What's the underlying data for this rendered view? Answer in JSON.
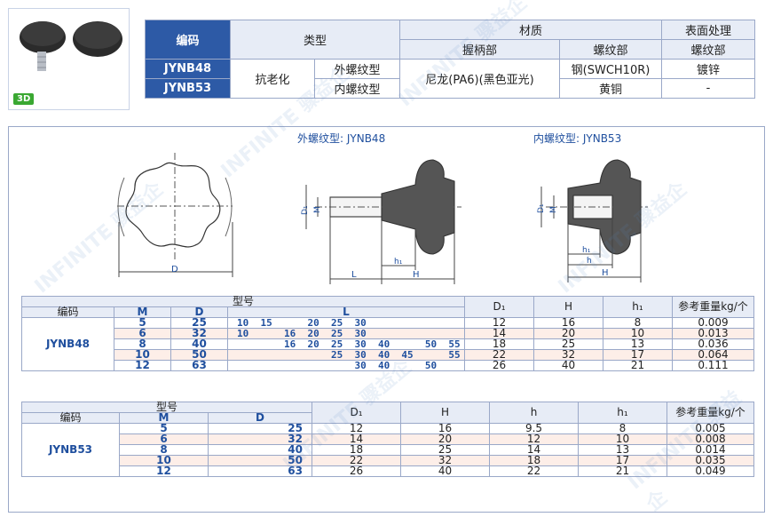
{
  "badge_3d": "3D",
  "info_table": {
    "headers": {
      "code": "编码",
      "type": "类型",
      "material": "材质",
      "grip": "握柄部",
      "thread_mat": "螺纹部",
      "surface": "表面处理",
      "thread_surface": "螺纹部"
    },
    "rows": [
      {
        "code": "JYNB48",
        "type_variant": "外螺纹型",
        "thread_material": "钢(SWCH10R)",
        "surface": "镀锌"
      },
      {
        "code": "JYNB53",
        "type_variant": "内螺纹型",
        "thread_material": "黄铜",
        "surface": "-"
      }
    ],
    "type_shared": "抗老化",
    "grip_material": "尼龙(PA6)(黑色亚光)"
  },
  "drawings": {
    "ext_title": "外螺纹型: JYNB48",
    "int_title": "内螺纹型: JYNB53",
    "labels": {
      "D": "D",
      "D1": "D₁",
      "M": "M",
      "L": "L",
      "h1": "h₁",
      "H": "H",
      "h": "h"
    }
  },
  "table_48": {
    "headers": {
      "model": "型号",
      "code": "编码",
      "M": "M",
      "D": "D",
      "L": "L",
      "D1": "D₁",
      "H": "H",
      "h1": "h₁",
      "weight": "参考重量kg/个"
    },
    "code": "JYNB48",
    "rows": [
      {
        "M": "5",
        "D": "25",
        "L": "10  15      20  25  30",
        "D1": "12",
        "H": "16",
        "h1": "8",
        "w": "0.009"
      },
      {
        "M": "6",
        "D": "32",
        "L": "10      16  20  25  30",
        "D1": "14",
        "H": "20",
        "h1": "10",
        "w": "0.013"
      },
      {
        "M": "8",
        "D": "40",
        "L": "        16  20  25  30  40      50  55",
        "D1": "18",
        "H": "25",
        "h1": "13",
        "w": "0.036"
      },
      {
        "M": "10",
        "D": "50",
        "L": "                25  30  40  45      55",
        "D1": "22",
        "H": "32",
        "h1": "17",
        "w": "0.064"
      },
      {
        "M": "12",
        "D": "63",
        "L": "                    30  40      50",
        "D1": "26",
        "H": "40",
        "h1": "21",
        "w": "0.111"
      }
    ]
  },
  "table_53": {
    "headers": {
      "model": "型号",
      "code": "编码",
      "M": "M",
      "D": "D",
      "D1": "D₁",
      "H": "H",
      "h": "h",
      "h1": "h₁",
      "weight": "参考重量kg/个"
    },
    "code": "JYNB53",
    "rows": [
      {
        "M": "5",
        "D": "25",
        "D1": "12",
        "H": "16",
        "h": "9.5",
        "h1": "8",
        "w": "0.005"
      },
      {
        "M": "6",
        "D": "32",
        "D1": "14",
        "H": "20",
        "h": "12",
        "h1": "10",
        "w": "0.008"
      },
      {
        "M": "8",
        "D": "40",
        "D1": "18",
        "H": "25",
        "h": "14",
        "h1": "13",
        "w": "0.014"
      },
      {
        "M": "10",
        "D": "50",
        "D1": "22",
        "H": "32",
        "h": "18",
        "h1": "17",
        "w": "0.035"
      },
      {
        "M": "12",
        "D": "63",
        "D1": "26",
        "H": "40",
        "h": "22",
        "h1": "21",
        "w": "0.049"
      }
    ]
  },
  "watermark": "INFINITE 骤益企"
}
